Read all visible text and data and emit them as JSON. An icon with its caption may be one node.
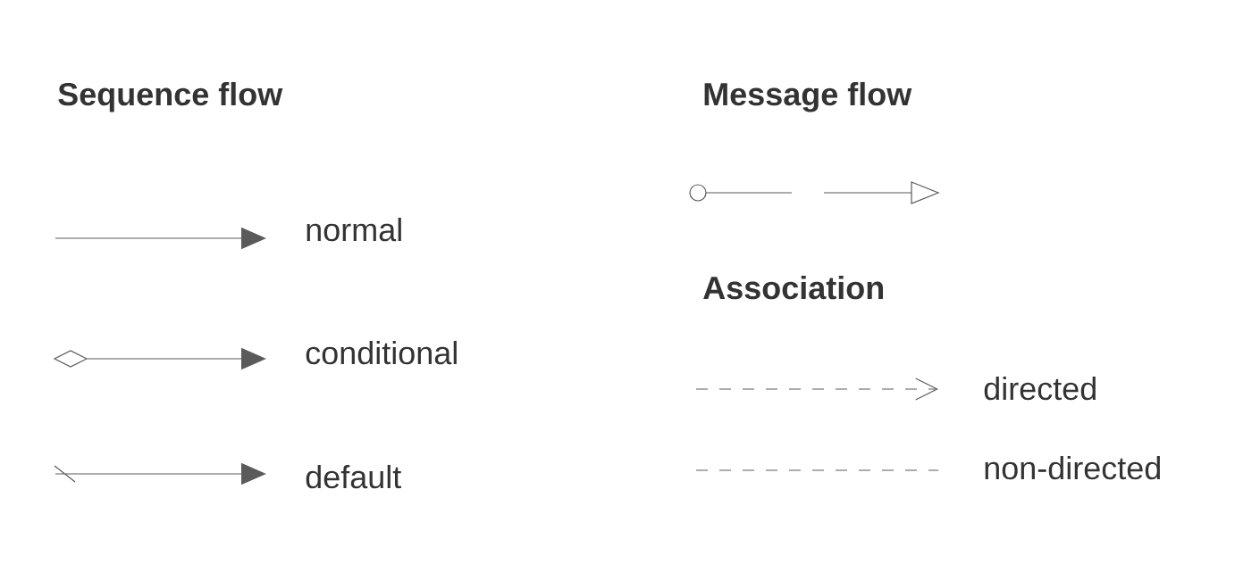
{
  "diagram": {
    "labels": [
      "Sequence flow",
      "Message flow",
      "Association"
    ],
    "legend": [
      {
        "text": "normal"
      },
      {
        "text": "conditional"
      },
      {
        "text": "default"
      },
      {
        "text": "directed"
      },
      {
        "text": "non-directed"
      }
    ]
  }
}
